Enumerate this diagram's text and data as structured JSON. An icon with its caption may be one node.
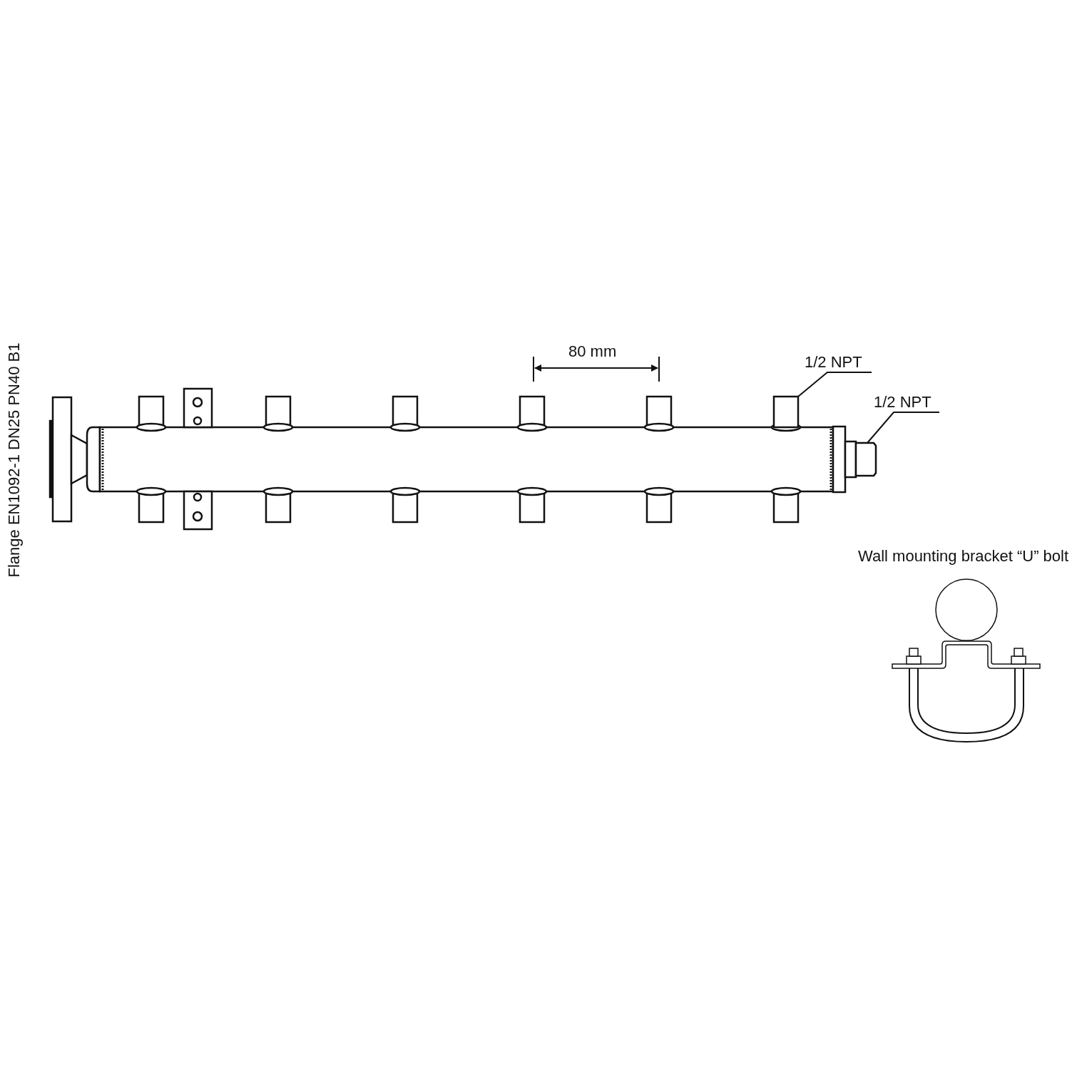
{
  "diagram": {
    "nodes": [
      {
        "text": [
          "1/2 NPT"
        ]
      },
      {
        "text": [],
        "shape": "box"
      },
      {
        "text": [
          "1/2 NPT"
        ]
      },
      {
        "text": [],
        "shape": "box"
      }
    ],
    "edges": [
      {
        "from": 0,
        "to": 1,
        "arrow": "none"
      },
      {
        "from": 2,
        "to": 3,
        "arrow": "none"
      }
    ],
    "labels": [
      "Flange EN1092-1 DN25 PN40 B1",
      "80 mm",
      "Wall mounting bracket “U” bolt"
    ]
  }
}
